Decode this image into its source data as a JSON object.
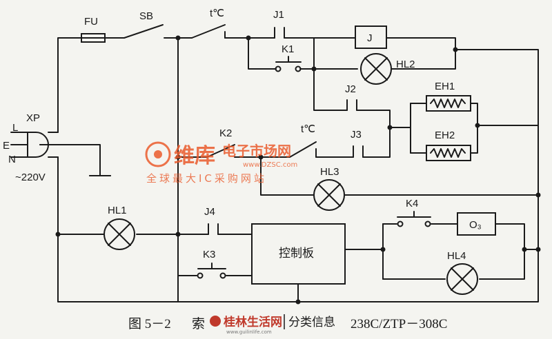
{
  "labels": {
    "fu": "FU",
    "sb": "SB",
    "thermostat1": "t℃",
    "j1": "J1",
    "relay_j": "J",
    "k1": "K1",
    "hl2": "HL2",
    "j2": "J2",
    "eh1": "EH1",
    "eh2": "EH2",
    "k2": "K2",
    "thermostat2": "t℃",
    "j3": "J3",
    "hl3": "HL3",
    "xp": "XP",
    "l": "L",
    "e": "E",
    "n": "N",
    "voltage": "~220V",
    "hl1": "HL1",
    "j4": "J4",
    "k3": "K3",
    "control_board": "控制板",
    "k4": "K4",
    "o3": "O₃",
    "hl4": "HL4"
  },
  "caption": {
    "figure": "图 5－2",
    "prefix": "索",
    "suffix": "238C/ZTP－308C"
  },
  "watermark_dzsc": {
    "brand": "维库",
    "title": "电子市场网",
    "url": "www.DZSC.com",
    "slogan": "全球最大IC采购网站"
  },
  "watermark_guilin": {
    "brand": "桂林生活网",
    "section": "分类信息",
    "url": "www.guilinlife.com"
  },
  "colors": {
    "line": "#1a1a1a",
    "background": "#f4f4f0",
    "watermark": "#ea5b2c"
  }
}
